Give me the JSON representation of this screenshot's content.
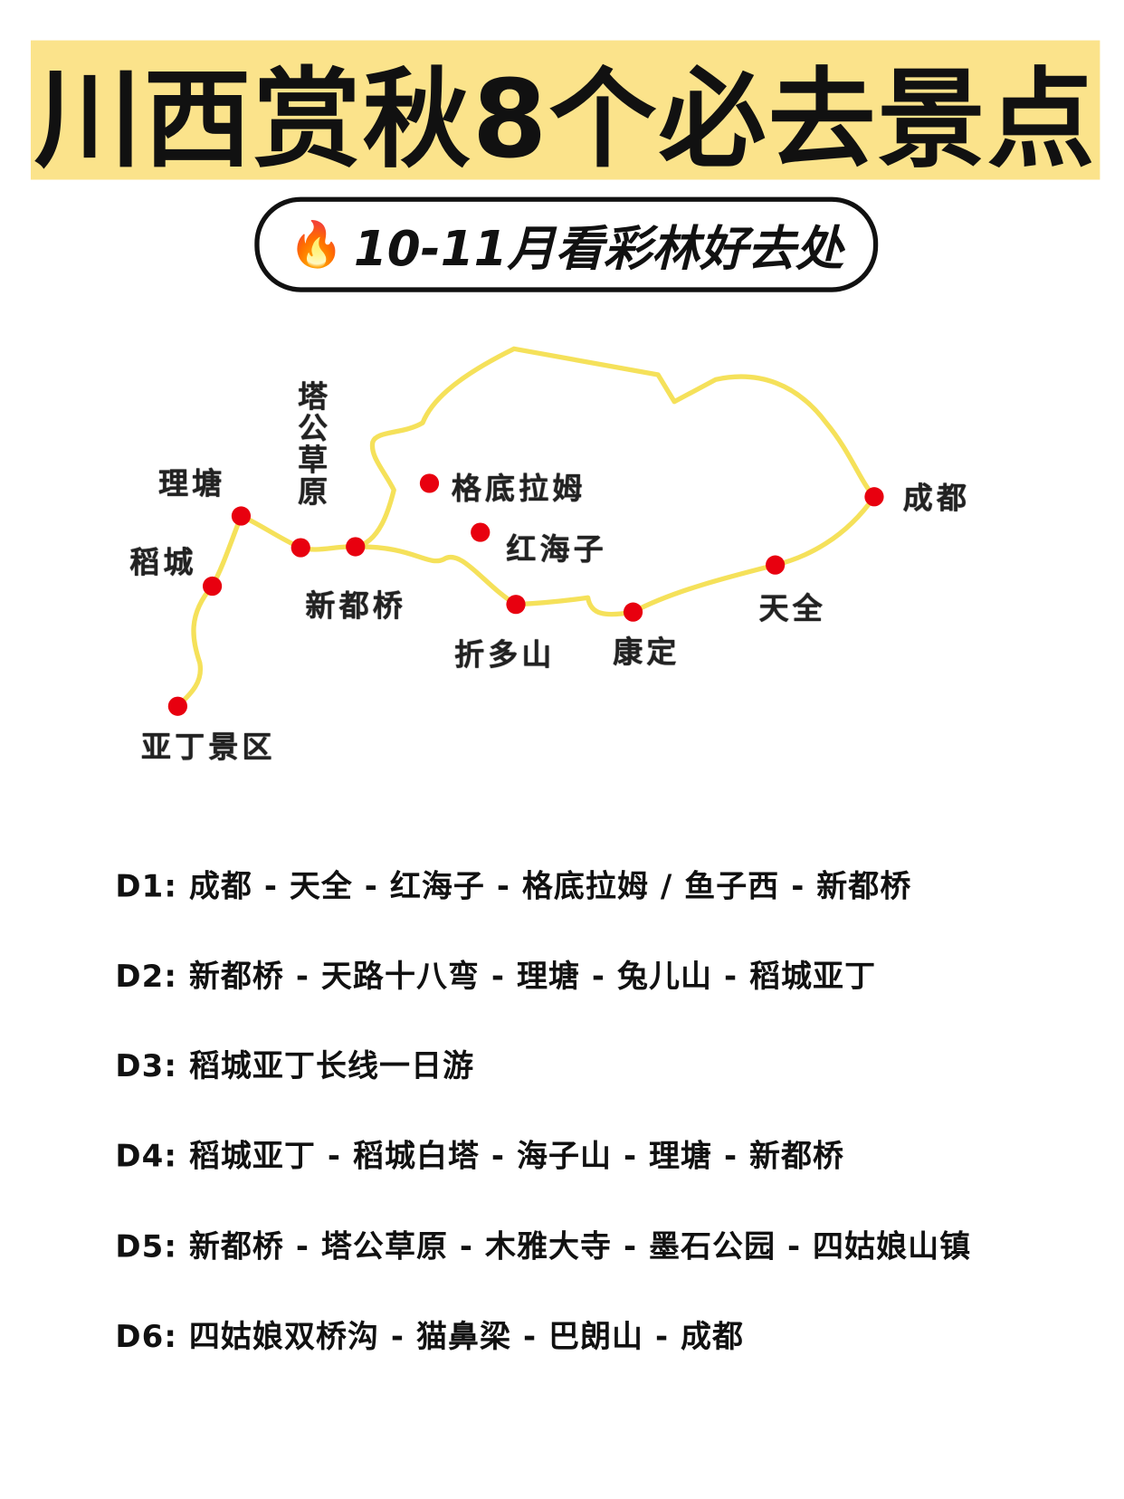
{
  "title": "川西赏秋8个必去景点",
  "subtitle": {
    "icon": "fire-icon",
    "text": "10-11月看彩林好去处"
  },
  "colors": {
    "title_bg": "#fbe38b",
    "route": "#f5e15a",
    "dot": "#e8000f"
  },
  "map": {
    "labels": {
      "litang": "理塘",
      "tagong": "塔公草原",
      "daocheng": "稻城",
      "xinduqiao": "新都桥",
      "gedilamu": "格底拉姆",
      "honghaizi": "红海子",
      "zheduoshan": "折多山",
      "kangding": "康定",
      "tianquan": "天全",
      "chengdu": "成都",
      "yading": "亚丁景区"
    }
  },
  "itinerary": [
    "D1:  成都 - 天全 - 红海子 - 格底拉姆 / 鱼子西 - 新都桥",
    "D2:  新都桥 - 天路十八弯 - 理塘 - 兔儿山 - 稻城亚丁",
    "D3:  稻城亚丁长线一日游",
    "D4:  稻城亚丁 - 稻城白塔 - 海子山 - 理塘 - 新都桥",
    "D5:  新都桥 - 塔公草原 - 木雅大寺 - 墨石公园 - 四姑娘山镇",
    "D6:  四姑娘双桥沟 - 猫鼻梁 - 巴朗山 - 成都"
  ]
}
